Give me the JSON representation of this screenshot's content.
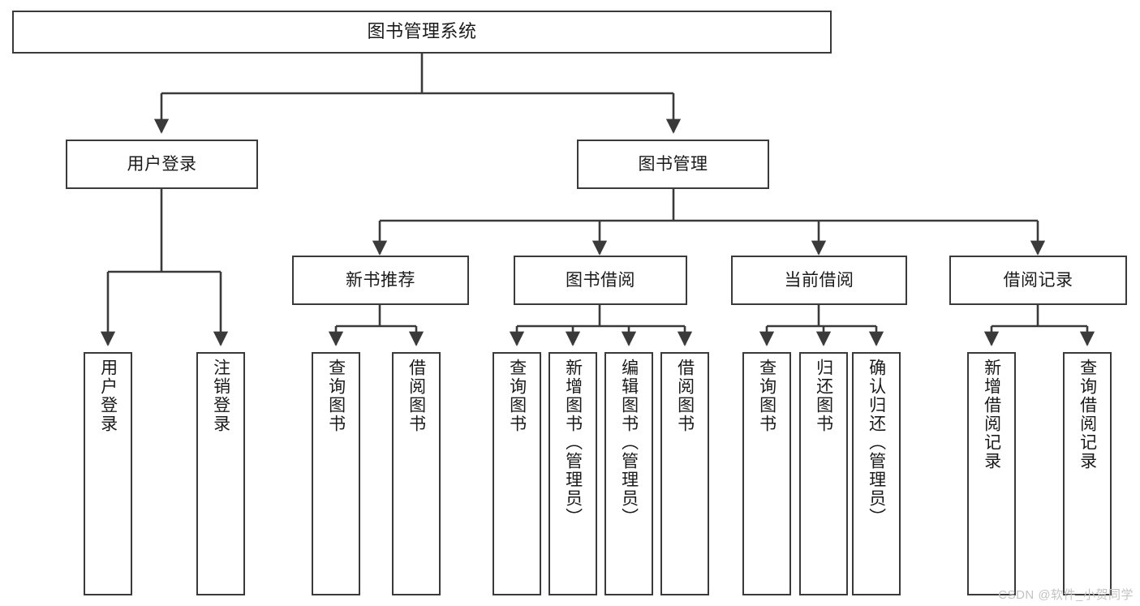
{
  "diagram": {
    "title_node": "图书管理系统",
    "watermark": "CSDN @软件_小贺同学",
    "colors": {
      "border": "#3a3a3a",
      "text": "#1a1a1a",
      "background": "#ffffff",
      "watermark": "#c3c3c3"
    },
    "nodes": {
      "root": {
        "label": "图书管理系统"
      },
      "level2": [
        {
          "id": "user-login",
          "label": "用户登录"
        },
        {
          "id": "book-manage",
          "label": "图书管理"
        }
      ],
      "level3": [
        {
          "id": "new-book-rec",
          "label": "新书推荐"
        },
        {
          "id": "book-borrow",
          "label": "图书借阅"
        },
        {
          "id": "current-borrow",
          "label": "当前借阅"
        },
        {
          "id": "borrow-record",
          "label": "借阅记录"
        }
      ],
      "leaves": {
        "user_login": [
          {
            "id": "leaf-user-login",
            "label": "用户登录"
          },
          {
            "id": "leaf-logout-login",
            "label": "注销登录"
          }
        ],
        "new_book_rec": [
          {
            "id": "leaf-query-book-1",
            "label": "查询图书"
          },
          {
            "id": "leaf-borrow-book-1",
            "label": "借阅图书"
          }
        ],
        "book_borrow": [
          {
            "id": "leaf-query-book-2",
            "label": "查询图书"
          },
          {
            "id": "leaf-add-book",
            "label": "新增图书（管理员）"
          },
          {
            "id": "leaf-edit-book",
            "label": "编辑图书（管理员）"
          },
          {
            "id": "leaf-borrow-book-2",
            "label": "借阅图书"
          }
        ],
        "current_borrow": [
          {
            "id": "leaf-query-book-3",
            "label": "查询图书"
          },
          {
            "id": "leaf-return-book",
            "label": "归还图书"
          },
          {
            "id": "leaf-confirm-return",
            "label": "确认归还（管理员）"
          }
        ],
        "borrow_record": [
          {
            "id": "leaf-add-record",
            "label": "新增借阅记录"
          },
          {
            "id": "leaf-query-record",
            "label": "查询借阅记录"
          }
        ]
      }
    }
  }
}
